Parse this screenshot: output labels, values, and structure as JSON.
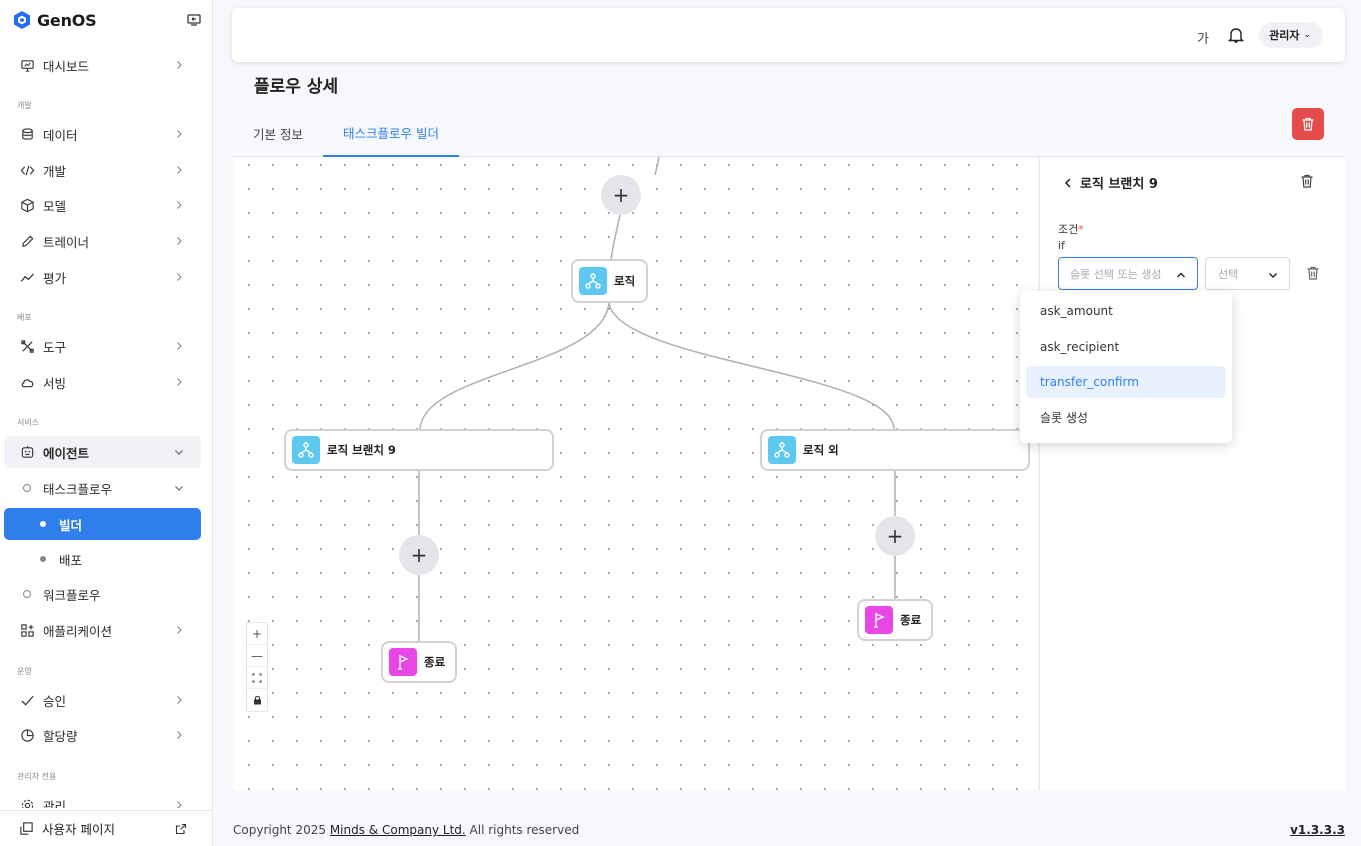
{
  "app": {
    "name": "GenOS"
  },
  "sidebar": {
    "sections": {
      "dev": "개발",
      "deploy": "배포",
      "service": "서비스",
      "ops": "운영",
      "admin": "관리자 전용"
    },
    "items": {
      "dashboard": "대시보드",
      "data": "데이터",
      "develop": "개발",
      "model": "모델",
      "trainer": "트레이너",
      "eval": "평가",
      "tools": "도구",
      "serving": "서빙",
      "agent": "에이전트",
      "taskflow": "태스크플로우",
      "builder": "빌더",
      "deploy_sub": "배포",
      "workflow": "워크플로우",
      "application": "애플리케이션",
      "approval": "승인",
      "quota": "할당량",
      "manage": "관리"
    },
    "footer": "사용자 페이지"
  },
  "header": {
    "lang": "가",
    "user": "관리자"
  },
  "page": {
    "title": "플로우 상세",
    "tabs": [
      "기본 정보",
      "태스크플로우 빌더"
    ]
  },
  "canvas": {
    "nodes": {
      "logic": "로직",
      "branch": "로직 브랜치 9",
      "else": "로직 외",
      "end_left": "종료",
      "end_right": "종료"
    },
    "plus": "+"
  },
  "panel": {
    "title": "로직 브랜치 9",
    "condition_label": "조건",
    "required_mark": "*",
    "if_label": "if",
    "slot_placeholder": "슬롯 선택 또는 생성",
    "op_placeholder": "선택",
    "dropdown": {
      "options": [
        "ask_amount",
        "ask_recipient",
        "transfer_confirm",
        "슬롯 생성"
      ],
      "selected": "transfer_confirm"
    }
  },
  "footer": {
    "copyright_prefix": "Copyright 2025",
    "company": "Minds & Company Ltd.",
    "copyright_suffix": "All rights reserved",
    "version": "v1.3.3.3"
  },
  "colors": {
    "accent": "#2f80ed",
    "danger": "#e74c4c",
    "logic_icon": "#5ec8f0",
    "end_icon": "#e846e6"
  }
}
